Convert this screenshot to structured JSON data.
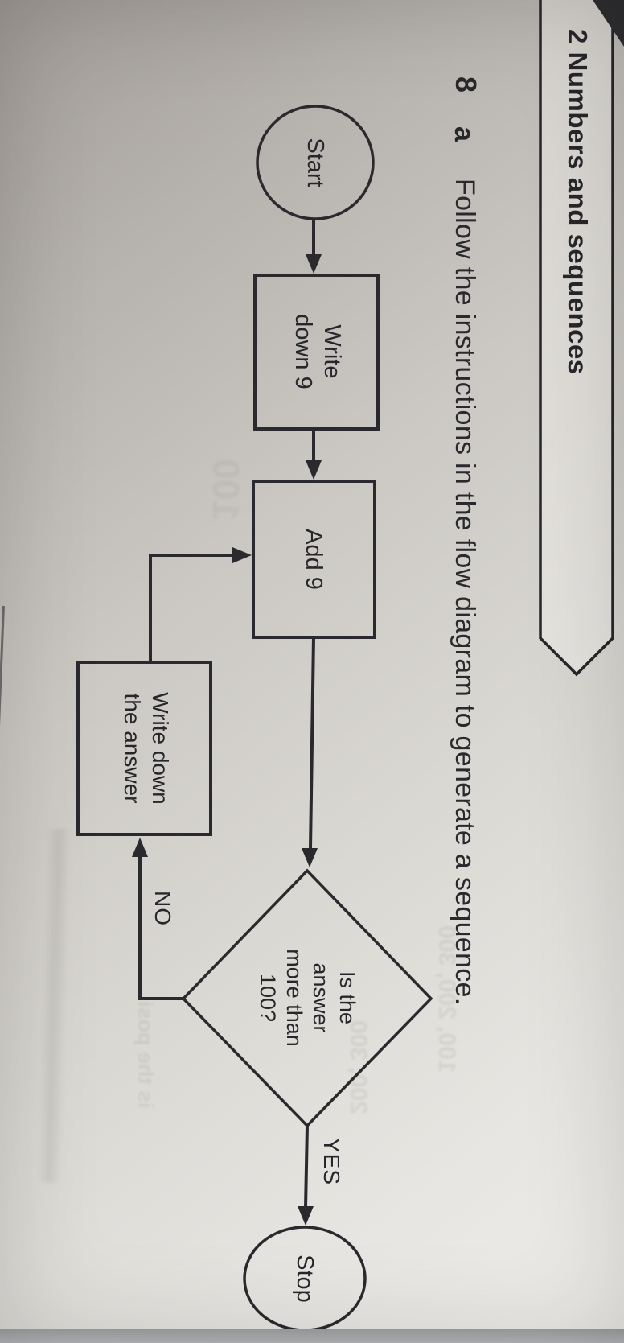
{
  "page": {
    "unit_banner": {
      "label": "2 Numbers and sequences"
    },
    "question": {
      "number": "8",
      "part": "a",
      "text": "Follow the instructions in the flow diagram to generate a sequence."
    },
    "flowchart": {
      "nodes": [
        {
          "id": "start",
          "type": "terminator",
          "label": "Start"
        },
        {
          "id": "write9",
          "type": "process",
          "label": "Write\ndown 9"
        },
        {
          "id": "add9",
          "type": "process",
          "label": "Add 9"
        },
        {
          "id": "decision",
          "type": "decision",
          "label": "Is the\nanswer\nmore than\n100?"
        },
        {
          "id": "write_answer",
          "type": "process",
          "label": "Write down\nthe answer"
        },
        {
          "id": "stop",
          "type": "terminator",
          "label": "Stop"
        }
      ],
      "edges": [
        {
          "from": "start",
          "to": "write9",
          "label": ""
        },
        {
          "from": "write9",
          "to": "add9",
          "label": ""
        },
        {
          "from": "add9",
          "to": "decision",
          "label": ""
        },
        {
          "from": "decision",
          "to": "stop",
          "label": "YES"
        },
        {
          "from": "decision",
          "to": "write_answer",
          "label": "NO"
        },
        {
          "from": "write_answer",
          "to": "add9",
          "label": ""
        }
      ]
    },
    "ghost_text": [
      "100, 200, 300",
      "200, 300",
      "is the posi",
      "100"
    ]
  },
  "colors": {
    "ink": "#27272b",
    "paper_light": "#efeeea",
    "paper_dark": "#a19c97",
    "photo_background": "#2f2e30",
    "page_stack_edge": "#b7b8ba"
  }
}
